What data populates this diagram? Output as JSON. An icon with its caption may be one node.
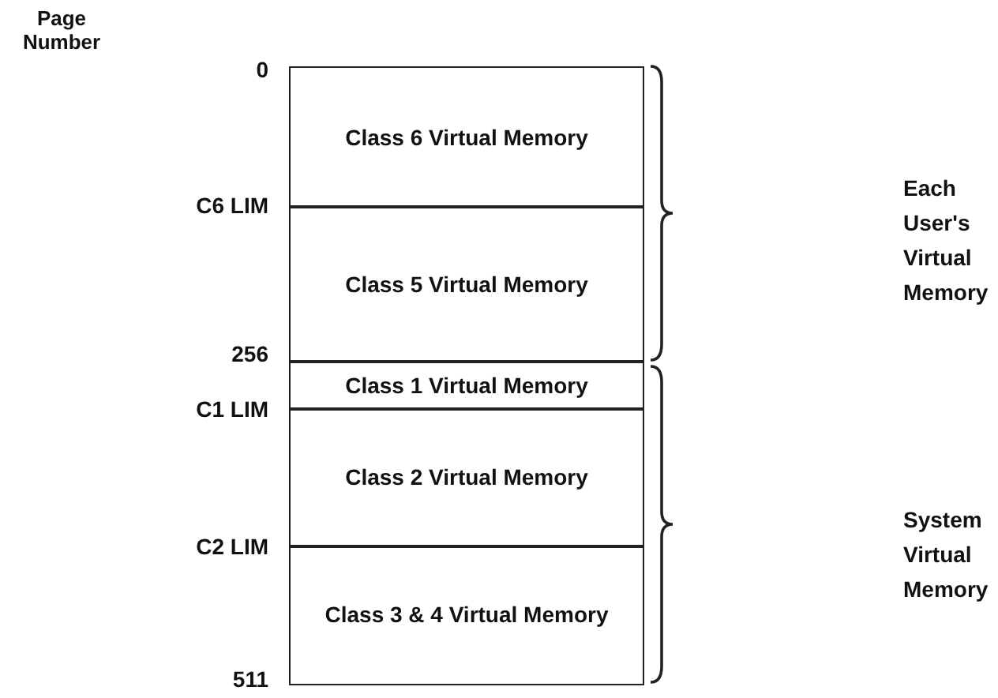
{
  "diagram": {
    "nodes": [
      {
        "text": [
          "Class 6 Virtual Memory"
        ]
      },
      {
        "text": [
          "Class 5 Virtual Memory"
        ]
      },
      {
        "text": [
          "Class 1 Virtual Memory"
        ]
      },
      {
        "text": [
          "Class 2 Virtual Memory"
        ]
      },
      {
        "text": [
          "Class 3 & 4 Virtual Memory"
        ]
      }
    ],
    "labels": [
      "Page Number",
      "0",
      "C6 LIM",
      "256",
      "C1 LIM",
      "C2 LIM",
      "511",
      "Each User's Virtual Memory",
      "System Virtual Memory"
    ]
  }
}
